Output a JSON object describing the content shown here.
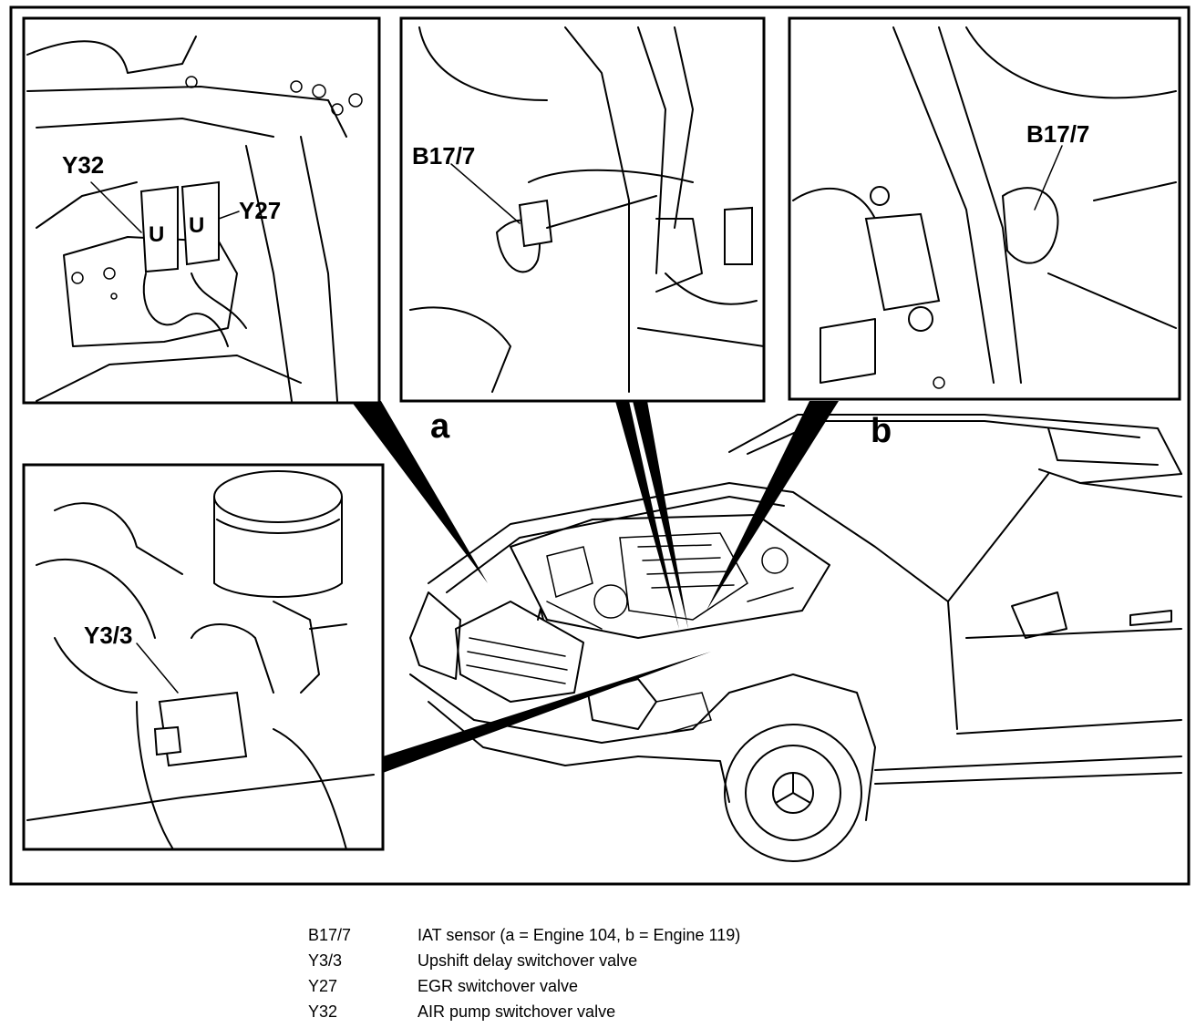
{
  "callouts": {
    "panel_1": [
      "Y32",
      "Y27"
    ],
    "panel_a": "B17/7",
    "panel_b": "B17/7",
    "panel_lower": "Y3/3"
  },
  "panel_letters": {
    "a": "a",
    "b": "b"
  },
  "legend": [
    {
      "code": "B17/7",
      "description": "IAT sensor (a = Engine 104, b = Engine 119)"
    },
    {
      "code": "Y3/3",
      "description": "Upshift delay switchover valve"
    },
    {
      "code": "Y27",
      "description": "EGR switchover valve"
    },
    {
      "code": "Y32",
      "description": "AIR pump switchover valve"
    }
  ]
}
